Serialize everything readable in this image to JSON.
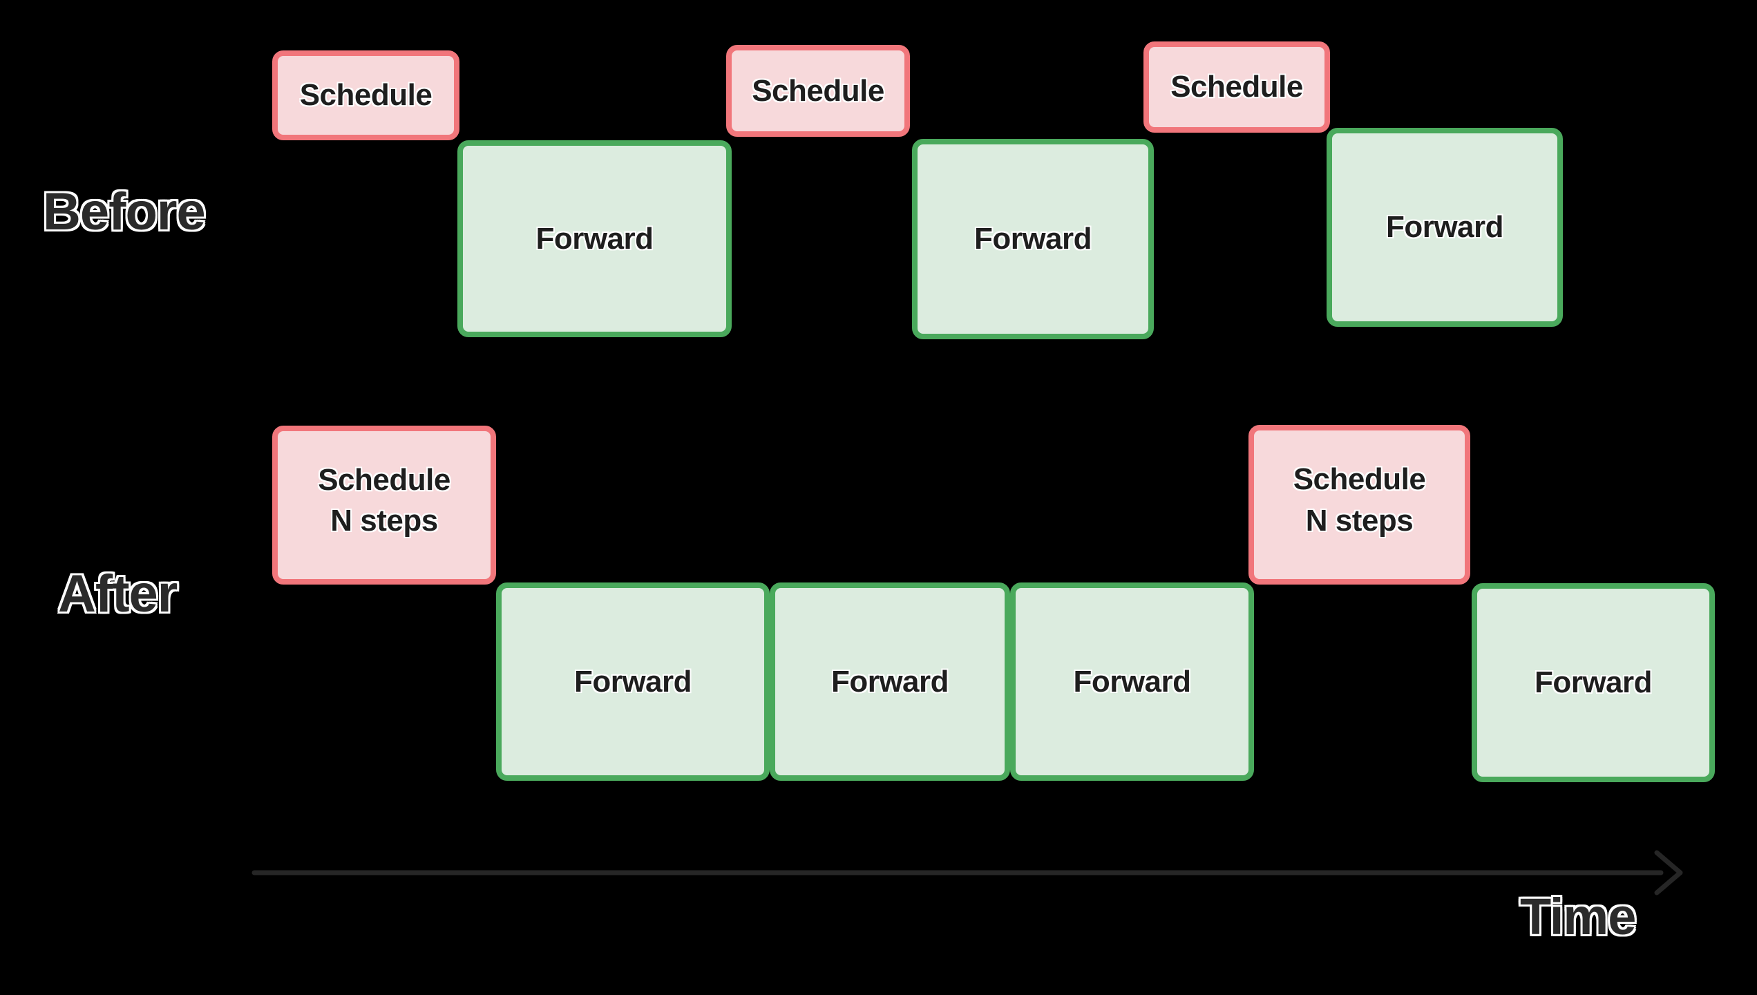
{
  "rows": {
    "before": {
      "label": "Before",
      "boxes": [
        {
          "kind": "schedule",
          "label": "Schedule"
        },
        {
          "kind": "forward",
          "label": "Forward"
        },
        {
          "kind": "schedule",
          "label": "Schedule"
        },
        {
          "kind": "forward",
          "label": "Forward"
        },
        {
          "kind": "schedule",
          "label": "Schedule"
        },
        {
          "kind": "forward",
          "label": "Forward"
        }
      ]
    },
    "after": {
      "label": "After",
      "boxes": [
        {
          "kind": "schedule",
          "line1": "Schedule",
          "line2": "N steps"
        },
        {
          "kind": "forward",
          "label": "Forward"
        },
        {
          "kind": "forward",
          "label": "Forward"
        },
        {
          "kind": "forward",
          "label": "Forward"
        },
        {
          "kind": "schedule",
          "line1": "Schedule",
          "line2": "N steps"
        },
        {
          "kind": "forward",
          "label": "Forward"
        }
      ]
    }
  },
  "axis": {
    "label": "Time"
  },
  "colors": {
    "background": "#000000",
    "schedule_fill": "#f7d9db",
    "schedule_border": "#f1767b",
    "forward_fill": "#dcecdf",
    "forward_border": "#4aa95c",
    "box_text": "#1e1e1e",
    "label_text": "#2b2b2b",
    "label_outline": "#ffffff",
    "arrow": "#262626"
  }
}
